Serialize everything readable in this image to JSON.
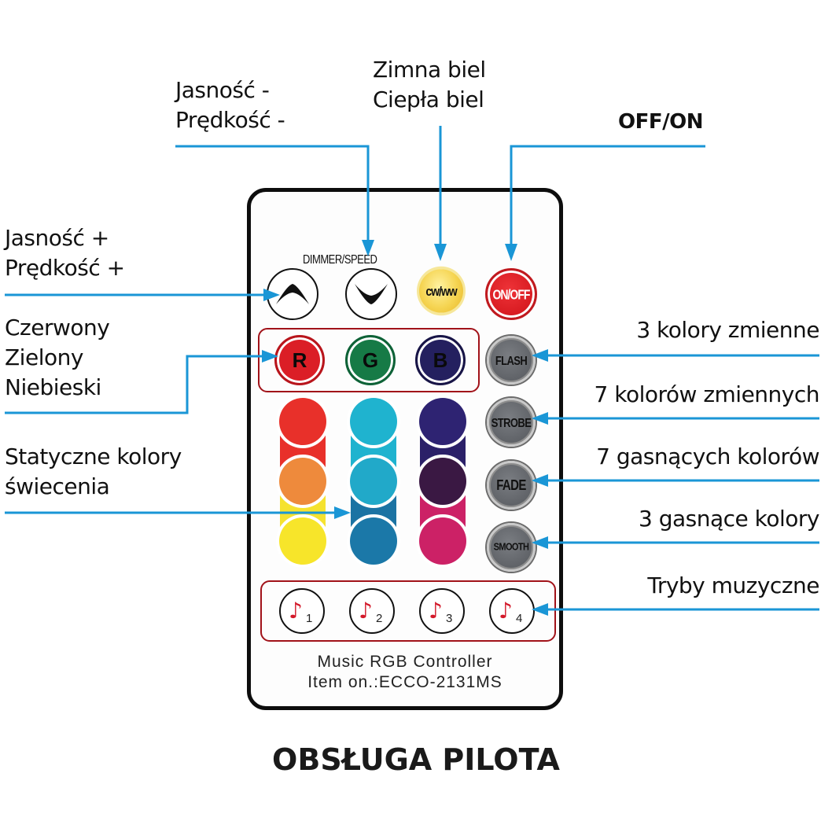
{
  "title": "OBSŁUGA PILOTA",
  "callouts": {
    "dim_minus": [
      "Jasność -",
      "Prędkość -"
    ],
    "cw_ww": [
      "Zimna biel",
      "Ciepła biel"
    ],
    "off_on": "OFF/ON",
    "dim_plus": [
      "Jasność +",
      "Prędkość +"
    ],
    "rgb": [
      "Czerwony",
      "Zielony",
      "Niebieski"
    ],
    "static": [
      "Statyczne kolory",
      "świecenia"
    ],
    "flash": "3 kolory zmienne",
    "strobe": "7 kolorów zmiennych",
    "fade": "7 gasnących kolorów",
    "smooth": "3 gasnące kolory",
    "music": "Tryby muzyczne"
  },
  "remote": {
    "dimmer_label": "DIMMER/SPEED",
    "buttons": {
      "up": "up-arrow",
      "down": "down-arrow",
      "cw_ww": "CW/WW",
      "on_off": "ON/OFF",
      "r": "R",
      "g": "G",
      "b": "B",
      "flash": "FLASH",
      "strobe": "STROBE",
      "fade": "FADE",
      "smooth": "SMOOTH"
    },
    "color_columns": [
      [
        "#e8302a",
        "#ee8a3c",
        "#f7e52a"
      ],
      [
        "#1fb3cf",
        "#21a9c9",
        "#1b78a8"
      ],
      [
        "#2e2372",
        "#3a1843",
        "#cc2166"
      ]
    ],
    "connector_colors": [
      [
        "#e8302a",
        "#f5e22f"
      ],
      [
        "#1fb3cf",
        "#1b73a3"
      ],
      [
        "#2b2068",
        "#cc2166"
      ]
    ],
    "rgb_colors": {
      "r": "#db1e26",
      "g": "#167a46",
      "b": "#24205f"
    },
    "music_buttons": [
      {
        "note": "♪",
        "num": "1"
      },
      {
        "note": "♪",
        "num": "2"
      },
      {
        "note": "♪",
        "num": "3"
      },
      {
        "note": "♪",
        "num": "4"
      }
    ],
    "footer_line1": "Music RGB Controller",
    "footer_line2": "Item on.:ECCO-2131MS"
  },
  "colors": {
    "arrow": "#1a96d6",
    "frame": "#0d0d0d",
    "box": "#a11219"
  }
}
